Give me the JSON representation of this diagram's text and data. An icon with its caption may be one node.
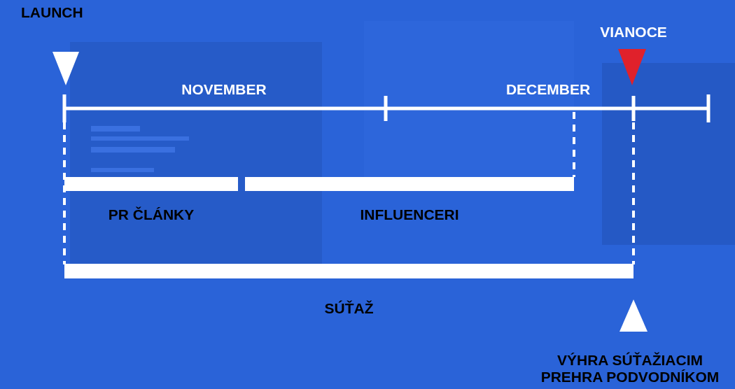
{
  "diagram": {
    "nodes": [
      {
        "text": [
          "LAUNCH"
        ]
      },
      {
        "text": [
          "VIANOCE"
        ]
      },
      {
        "text": [
          "PR ČLÁNKY"
        ]
      },
      {
        "text": [
          "INFLUENCERI"
        ]
      },
      {
        "text": [
          "SÚŤAŽ"
        ]
      },
      {
        "text": [
          "VÝHRA SÚŤAŽIACIM PREHRA PODVODNÍKOM"
        ]
      }
    ],
    "labels": [
      "NOVEMBER",
      "DECEMBER"
    ]
  }
}
